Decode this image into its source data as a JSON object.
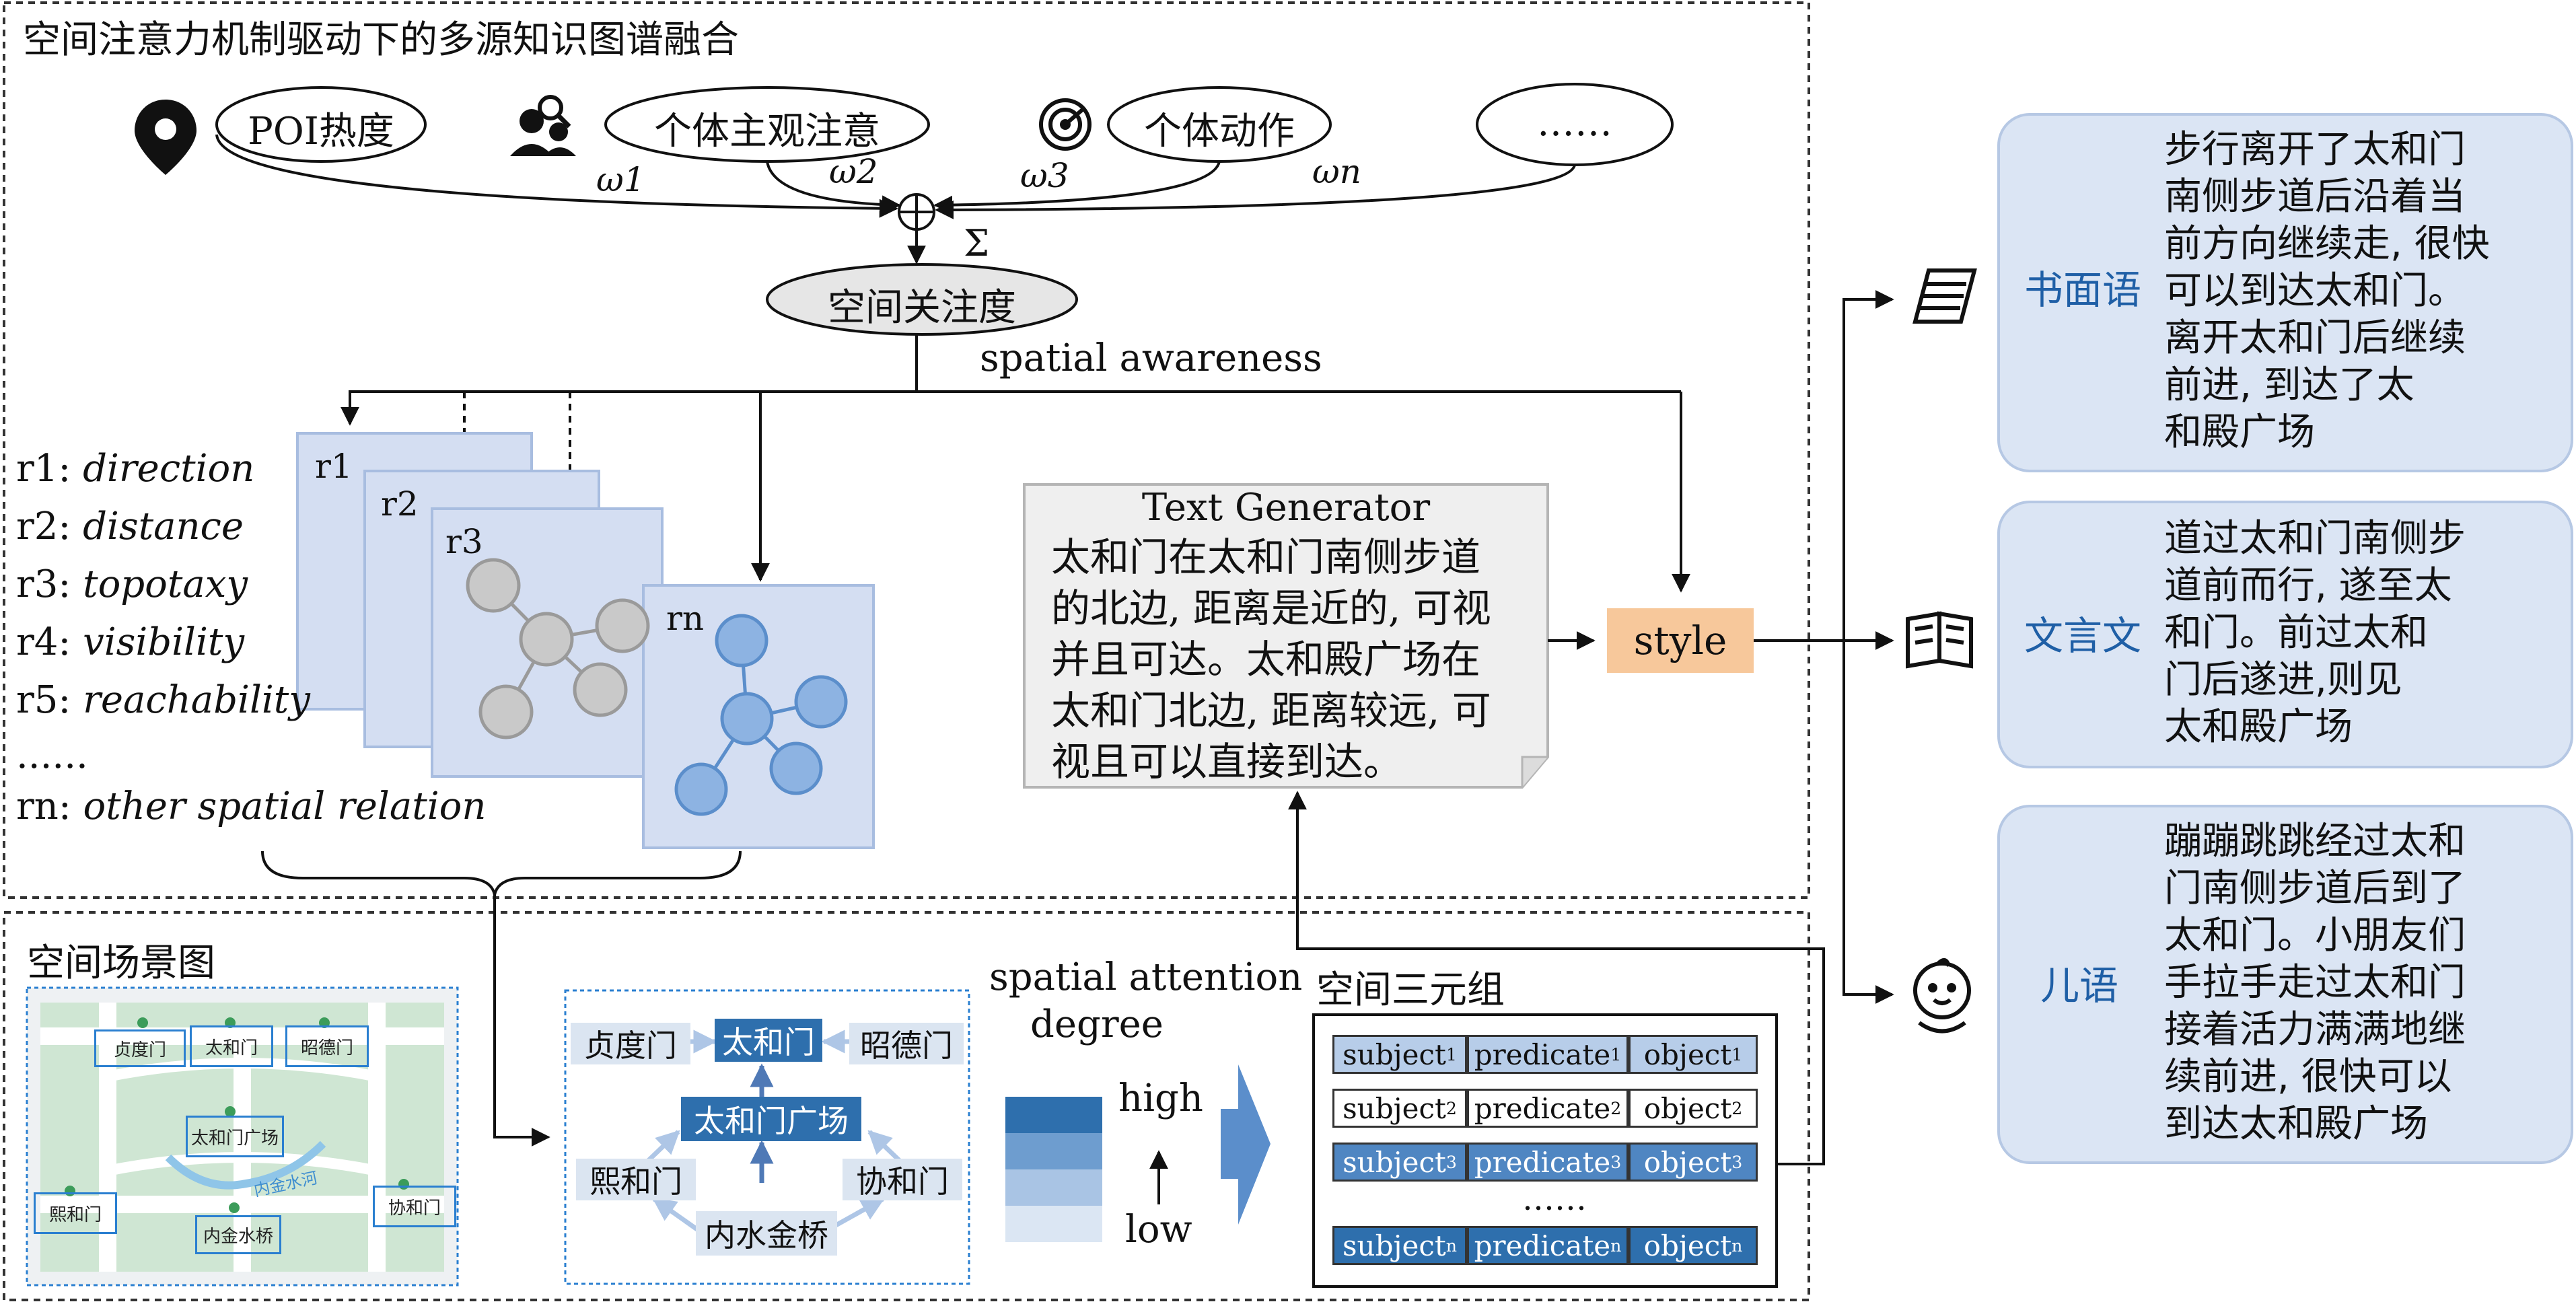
{
  "top_section": {
    "title": "空间注意力机制驱动下的多源知识图谱融合",
    "sources": [
      {
        "label": "POI热度",
        "icon": "location-pin-icon"
      },
      {
        "label": "个体主观注意",
        "icon": "people-search-icon"
      },
      {
        "label": "个体动作",
        "icon": "radar-icon"
      },
      {
        "label": "……",
        "icon": ""
      }
    ],
    "weights": [
      "ω1",
      "ω2",
      "ω3",
      "ωn"
    ],
    "sum_symbol": "Σ",
    "spatial_attention_node": "空间关注度",
    "spatial_awareness_label": "spatial awareness",
    "layers": [
      "r1",
      "r2",
      "r3",
      "rn"
    ],
    "relations": [
      {
        "key": "r1",
        "name": "direction"
      },
      {
        "key": "r2",
        "name": "distance"
      },
      {
        "key": "r3",
        "name": "topotaxy"
      },
      {
        "key": "r4",
        "name": "visibility"
      },
      {
        "key": "r5",
        "name": "reachability"
      },
      {
        "key": "......",
        "name": ""
      },
      {
        "key": "rn",
        "name": "other spatial relation"
      }
    ],
    "text_generator": {
      "title": "Text Generator",
      "lines": [
        "太和门在太和门南侧步道",
        "的北边, 距离是近的, 可视",
        "并且可达。太和殿广场在",
        "太和门北边, 距离较远, 可",
        "视且可以直接到达。"
      ]
    },
    "style_label": "style"
  },
  "outputs": [
    {
      "label": "书面语",
      "icon": "notebook-icon",
      "lines": [
        "步行离开了太和门",
        "南侧步道后沿着当",
        "前方向继续走, 很快",
        "可以到达太和门。",
        "离开太和门后继续",
        "前进, 到达了太",
        "和殿广场"
      ]
    },
    {
      "label": "文言文",
      "icon": "open-book-icon",
      "lines": [
        "道过太和门南侧步",
        "道前而行, 遂至太",
        "和门。前过太和",
        "门后遂进,则见",
        "太和殿广场"
      ]
    },
    {
      "label": "儿语",
      "icon": "baby-face-icon",
      "lines": [
        "蹦蹦跳跳经过太和",
        "门南侧步道后到了",
        "太和门。小朋友们",
        "手拉手走过太和门",
        "接着活力满满地继",
        "续前进, 很快可以",
        "到达太和殿广场"
      ]
    }
  ],
  "bottom_section": {
    "scene_title": "空间场景图",
    "map_labels": [
      "贞度门",
      "太和门",
      "昭德门",
      "太和门广场",
      "熙和门",
      "内金水桥",
      "协和门",
      "内金水河"
    ],
    "graph_nodes": {
      "zhendu": "贞度门",
      "taihe": "太和门",
      "zhaode": "昭德门",
      "square": "太和门广场",
      "xihe": "熙和门",
      "xiehe": "协和门",
      "bridge": "内水金桥"
    },
    "legend": {
      "title_line1": "spatial attention",
      "title_line2": "degree",
      "high": "high",
      "low": "low",
      "shades": [
        "#2e6fad",
        "#6e9dcf",
        "#a9c4e4",
        "#dbe6f3"
      ]
    },
    "triples": {
      "title": "空间三元组",
      "rows": [
        {
          "s": "subject",
          "p": "predicate",
          "o": "object",
          "sub": "1",
          "shade": "#b7cde9"
        },
        {
          "s": "subject",
          "p": "predicate",
          "o": "object",
          "sub": "2",
          "shade": "#ffffff"
        },
        {
          "s": "subject",
          "p": "predicate",
          "o": "object",
          "sub": "3",
          "shade": "#4f86c2"
        },
        {
          "s": "subject",
          "p": "predicate",
          "o": "object",
          "sub": "n",
          "shade": "#2e6fad"
        }
      ],
      "ellipsis": "……"
    }
  }
}
